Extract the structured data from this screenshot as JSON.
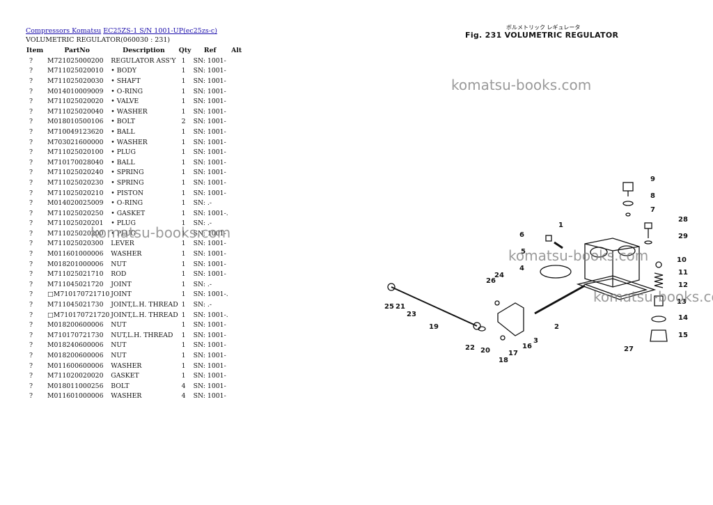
{
  "breadcrumb": {
    "link1": "Compressors Komatsu",
    "link2": "EC25ZS-1 S/N 1001-UP(ec25zs-c)"
  },
  "subtitle": "VOLUMETRIC REGULATOR(060030 : 231)",
  "table": {
    "headers": [
      "Item",
      "PartNo",
      "Description",
      "Qty",
      "Ref",
      "Alt"
    ],
    "rows": [
      {
        "item": "?",
        "part": "M721025000200",
        "desc": "REGULATOR ASS'Y",
        "qty": "1",
        "ref": "SN: 1001-",
        "alt": ""
      },
      {
        "item": "?",
        "part": "M711025020010",
        "desc": "• BODY",
        "qty": "1",
        "ref": "SN: 1001-",
        "alt": ""
      },
      {
        "item": "?",
        "part": "M711025020030",
        "desc": "• SHAFT",
        "qty": "1",
        "ref": "SN: 1001-",
        "alt": ""
      },
      {
        "item": "?",
        "part": "M014010009009",
        "desc": "• O-RING",
        "qty": "1",
        "ref": "SN: 1001-",
        "alt": ""
      },
      {
        "item": "?",
        "part": "M711025020020",
        "desc": "• VALVE",
        "qty": "1",
        "ref": "SN: 1001-",
        "alt": ""
      },
      {
        "item": "?",
        "part": "M711025020040",
        "desc": "• WASHER",
        "qty": "1",
        "ref": "SN: 1001-",
        "alt": ""
      },
      {
        "item": "?",
        "part": "M018010500106",
        "desc": "• BOLT",
        "qty": "2",
        "ref": "SN: 1001-",
        "alt": ""
      },
      {
        "item": "?",
        "part": "M710049123620",
        "desc": "• BALL",
        "qty": "1",
        "ref": "SN: 1001-",
        "alt": ""
      },
      {
        "item": "?",
        "part": "M703021600000",
        "desc": "• WASHER",
        "qty": "1",
        "ref": "SN: 1001-",
        "alt": ""
      },
      {
        "item": "?",
        "part": "M711025020100",
        "desc": "• PLUG",
        "qty": "1",
        "ref": "SN: 1001-",
        "alt": ""
      },
      {
        "item": "?",
        "part": "M710170028040",
        "desc": "• BALL",
        "qty": "1",
        "ref": "SN: 1001-",
        "alt": ""
      },
      {
        "item": "?",
        "part": "M711025020240",
        "desc": "• SPRING",
        "qty": "1",
        "ref": "SN: 1001-",
        "alt": ""
      },
      {
        "item": "?",
        "part": "M711025020230",
        "desc": "• SPRING",
        "qty": "1",
        "ref": "SN: 1001-",
        "alt": ""
      },
      {
        "item": "?",
        "part": "M711025020210",
        "desc": "• PISTON",
        "qty": "1",
        "ref": "SN: 1001-",
        "alt": ""
      },
      {
        "item": "?",
        "part": "M014020025009",
        "desc": "• O-RING",
        "qty": "1",
        "ref": "SN: .-",
        "alt": ""
      },
      {
        "item": "?",
        "part": "M711025020250",
        "desc": "• GASKET",
        "qty": "1",
        "ref": "SN: 1001-.",
        "alt": ""
      },
      {
        "item": "?",
        "part": "M711025020201",
        "desc": "• PLUG",
        "qty": "1",
        "ref": "SN: .-",
        "alt": ""
      },
      {
        "item": "?",
        "part": "M711025020200",
        "desc": "• PLUG",
        "qty": "1",
        "ref": "SN: 1001-",
        "alt": ""
      },
      {
        "item": "?",
        "part": "M711025020300",
        "desc": "LEVER",
        "qty": "1",
        "ref": "SN: 1001-",
        "alt": ""
      },
      {
        "item": "?",
        "part": "M011601000006",
        "desc": "WASHER",
        "qty": "1",
        "ref": "SN: 1001-",
        "alt": ""
      },
      {
        "item": "?",
        "part": "M018201000006",
        "desc": "NUT",
        "qty": "1",
        "ref": "SN: 1001-",
        "alt": ""
      },
      {
        "item": "?",
        "part": "M711025021710",
        "desc": "ROD",
        "qty": "1",
        "ref": "SN: 1001-",
        "alt": ""
      },
      {
        "item": "?",
        "part": "M711045021720",
        "desc": "JOINT",
        "qty": "1",
        "ref": "SN: .-",
        "alt": ""
      },
      {
        "item": "?",
        "part": "□M710170721710",
        "desc": "JOINT",
        "qty": "1",
        "ref": "SN: 1001-.",
        "alt": ""
      },
      {
        "item": "?",
        "part": "M711045021730",
        "desc": "JOINT,L.H. THREAD",
        "qty": "1",
        "ref": "SN: .-",
        "alt": ""
      },
      {
        "item": "?",
        "part": "□M710170721720",
        "desc": "JOINT,L.H. THREAD",
        "qty": "1",
        "ref": "SN: 1001-.",
        "alt": ""
      },
      {
        "item": "?",
        "part": "M018200600006",
        "desc": "NUT",
        "qty": "1",
        "ref": "SN: 1001-",
        "alt": ""
      },
      {
        "item": "?",
        "part": "M710170721730",
        "desc": "NUT,L.H. THREAD",
        "qty": "1",
        "ref": "SN: 1001-",
        "alt": ""
      },
      {
        "item": "?",
        "part": "M018240600006",
        "desc": "NUT",
        "qty": "1",
        "ref": "SN: 1001-",
        "alt": ""
      },
      {
        "item": "?",
        "part": "M018200600006",
        "desc": "NUT",
        "qty": "1",
        "ref": "SN: 1001-",
        "alt": ""
      },
      {
        "item": "?",
        "part": "M011600600006",
        "desc": "WASHER",
        "qty": "1",
        "ref": "SN: 1001-",
        "alt": ""
      },
      {
        "item": "?",
        "part": "M711020020020",
        "desc": "GASKET",
        "qty": "1",
        "ref": "SN: 1001-",
        "alt": ""
      },
      {
        "item": "?",
        "part": "M018011000256",
        "desc": "BOLT",
        "qty": "4",
        "ref": "SN: 1001-",
        "alt": ""
      },
      {
        "item": "?",
        "part": "M011601000006",
        "desc": "WASHER",
        "qty": "4",
        "ref": "SN: 1001-",
        "alt": ""
      }
    ]
  },
  "figure": {
    "title": "Fig. 231  VOLUMETRIC REGULATOR",
    "japanese": "ボルメトリック レギュレータ",
    "callouts": [
      "1",
      "2",
      "3",
      "4",
      "5",
      "6",
      "7",
      "8",
      "9",
      "10",
      "11",
      "12",
      "13",
      "14",
      "15",
      "16",
      "17",
      "18",
      "19",
      "20",
      "21",
      "22",
      "23",
      "24",
      "25",
      "26",
      "27",
      "28",
      "29"
    ]
  },
  "watermarks": [
    "komatsu-books.com",
    "komatsu-books.com",
    "komatsu-books.com",
    "komatsu-books.com"
  ]
}
